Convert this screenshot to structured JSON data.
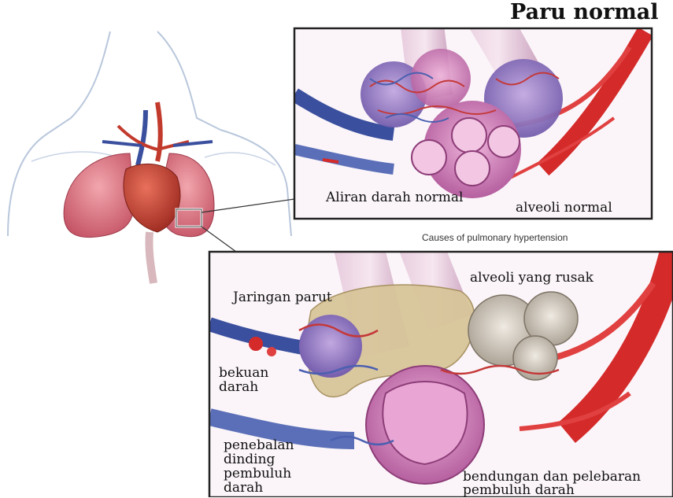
{
  "panels": {
    "top": {
      "title": "Paru normal",
      "label_flow": "Aliran darah normal",
      "label_alveoli": "alveoli normal"
    },
    "bottom": {
      "caption": "Causes of pulmonary hypertension",
      "label_scar": "Jaringan parut",
      "label_damaged": "alveoli yang rusak",
      "label_clot": "bekuan\ndarah",
      "label_thickening": "penebalan\ndinding\npembuluh\ndarah",
      "label_congestion": "bendungan dan pelebaran\npembuluh darah"
    }
  },
  "colors": {
    "artery_red": "#d42a2a",
    "vein_blue": "#3a4f9e",
    "alveoli_pink": "#d98bc0",
    "alveoli_purple": "#8a6fb8",
    "scar_tan": "#d8c59a",
    "lung_pink": "#d66a7a",
    "heart_red": "#c23a2c",
    "frame": "#222222"
  }
}
